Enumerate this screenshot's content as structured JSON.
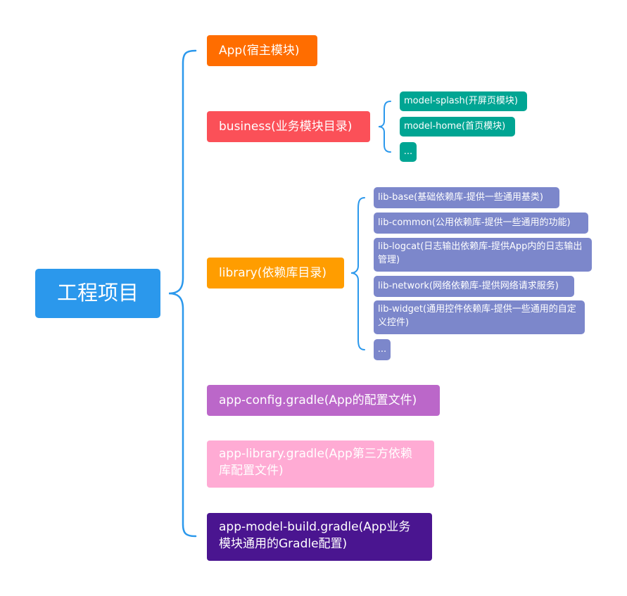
{
  "root": {
    "label": "工程项目",
    "color": "#2b98ec"
  },
  "children": [
    {
      "label": "App(宿主模块)",
      "color": "#ff6d00"
    },
    {
      "label": "business(业务模块目录)",
      "color": "#fb5058",
      "children": [
        "model-splash(开屏页模块)",
        "model-home(首页模块)",
        "..."
      ],
      "children_color": "#00a593"
    },
    {
      "label": "library(依赖库目录)",
      "color": "#ff9d00",
      "children": [
        "lib-base(基础依赖库-提供一些通用基类)",
        "lib-common(公用依赖库-提供一些通用的功能)",
        "lib-logcat(日志输出依赖库-提供App内的日志输出管理)",
        "lib-network(网络依赖库-提供网络请求服务)",
        "lib-widget(通用控件依赖库-提供一些通用的自定义控件)",
        "..."
      ],
      "children_color": "#7c87cb"
    },
    {
      "label": "app-config.gradle(App的配置文件)",
      "color": "#bb67c9"
    },
    {
      "label": "app-library.gradle(App第三方依赖库配置文件)",
      "color": "#ffabd4"
    },
    {
      "label": "app-model-build.gradle(App业务模块通用的Gradle配置)",
      "color": "#4a1590"
    }
  ],
  "connector_color": "#2b98ec"
}
